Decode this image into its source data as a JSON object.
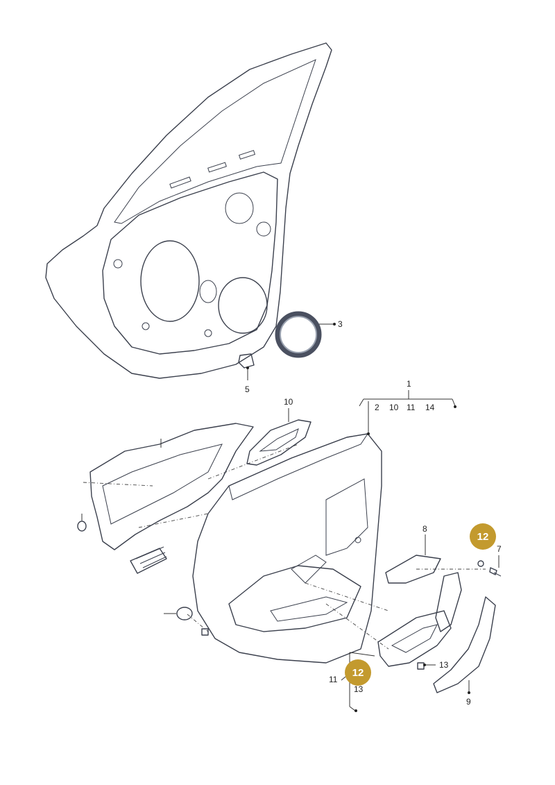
{
  "callouts": {
    "c1": "1",
    "c1_group": [
      "2",
      "10",
      "11",
      "14"
    ],
    "c3": "3",
    "c5": "5",
    "c7": "7",
    "c8": "8",
    "c9": "9",
    "c10": "10",
    "c11": "11",
    "c13a": "13",
    "c13b": "13"
  },
  "badges": {
    "top_right": "12",
    "bottom": "12"
  },
  "colors": {
    "badge_fill": "#c39a2e",
    "outline": "#3a3f4c",
    "door_frame_fill": "#eef1f5",
    "panel_fill": "#b9c0cc",
    "panel_dark": "#5f6778"
  }
}
